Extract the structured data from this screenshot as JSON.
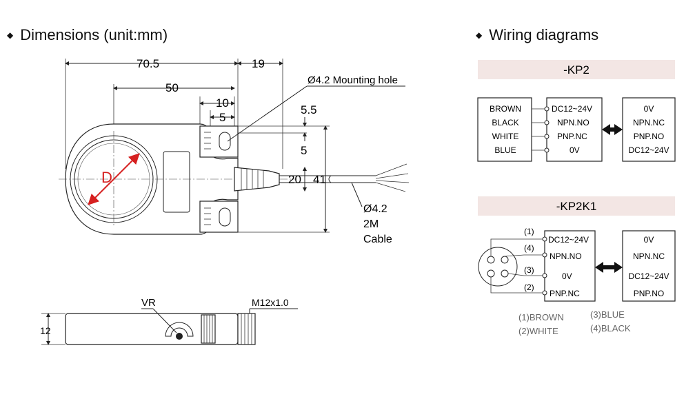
{
  "headers": {
    "dimensions": "Dimensions (unit:mm)",
    "wiring": "Wiring diagrams"
  },
  "dimensions": {
    "overall_length": "70.5",
    "tail_length": "19",
    "d50": "50",
    "d10": "10",
    "d5_top": "5",
    "d5_5": "5.5",
    "d5_right": "5",
    "d20": "20",
    "d41": "41",
    "mounting_hole": "Ø4.2 Mounting hole",
    "D_label": "D",
    "cable_line1": "Ø4.2",
    "cable_line2": "2M",
    "cable_line3": "Cable",
    "vr_label": "VR",
    "thread_label": "M12x1.0",
    "height_label": "12"
  },
  "kp2": {
    "title": "-KP2",
    "left_wires": [
      "BROWN",
      "BLACK",
      "WHITE",
      "BLUE"
    ],
    "middle_pins": [
      "DC12~24V",
      "NPN.NO",
      "PNP.NC",
      "0V"
    ],
    "right_pins": [
      "0V",
      "NPN.NC",
      "PNP.NO",
      "DC12~24V"
    ]
  },
  "kp2k1": {
    "title": "-KP2K1",
    "pin_numbers": [
      "(1)",
      "(4)",
      "(3)",
      "(2)"
    ],
    "middle_pins": [
      "DC12~24V",
      "NPN.NO",
      "0V",
      "PNP.NC"
    ],
    "right_pins": [
      "0V",
      "NPN.NC",
      "DC12~24V",
      "PNP.NO"
    ],
    "legend_left": [
      "(1)BROWN",
      "(2)WHITE"
    ],
    "legend_right": [
      "(3)BLUE",
      "(4)BLACK"
    ]
  },
  "colors": {
    "accent_red": "#d62020",
    "title_band": "#f3e6e4",
    "line": "#222222"
  }
}
